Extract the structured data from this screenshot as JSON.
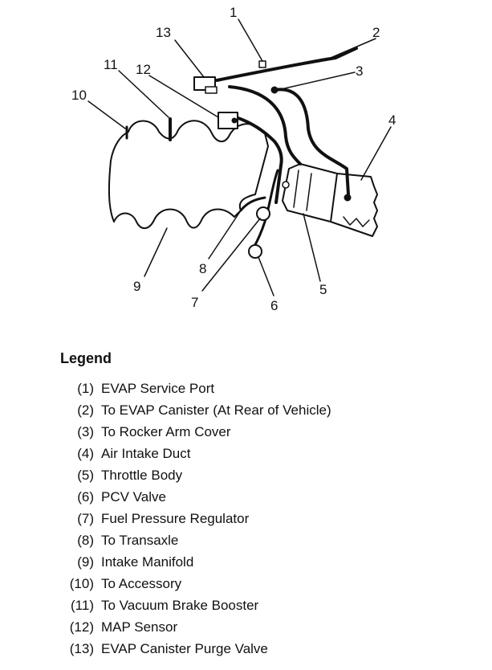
{
  "diagram": {
    "colors": {
      "stroke": "#111111",
      "background": "#ffffff"
    },
    "callouts": [
      "1",
      "2",
      "3",
      "4",
      "5",
      "6",
      "7",
      "8",
      "9",
      "10",
      "11",
      "12",
      "13"
    ]
  },
  "legend": {
    "title": "Legend",
    "items": [
      {
        "num": "(1)",
        "text": "EVAP Service Port"
      },
      {
        "num": "(2)",
        "text": "To EVAP Canister (At Rear of Vehicle)"
      },
      {
        "num": "(3)",
        "text": "To Rocker Arm Cover"
      },
      {
        "num": "(4)",
        "text": "Air Intake Duct"
      },
      {
        "num": "(5)",
        "text": "Throttle Body"
      },
      {
        "num": "(6)",
        "text": "PCV Valve"
      },
      {
        "num": "(7)",
        "text": "Fuel Pressure Regulator"
      },
      {
        "num": "(8)",
        "text": "To Transaxle"
      },
      {
        "num": "(9)",
        "text": "Intake Manifold"
      },
      {
        "num": "(10)",
        "text": "To Accessory"
      },
      {
        "num": "(11)",
        "text": "To Vacuum Brake Booster"
      },
      {
        "num": "(12)",
        "text": "MAP Sensor"
      },
      {
        "num": "(13)",
        "text": "EVAP Canister Purge Valve"
      }
    ]
  }
}
